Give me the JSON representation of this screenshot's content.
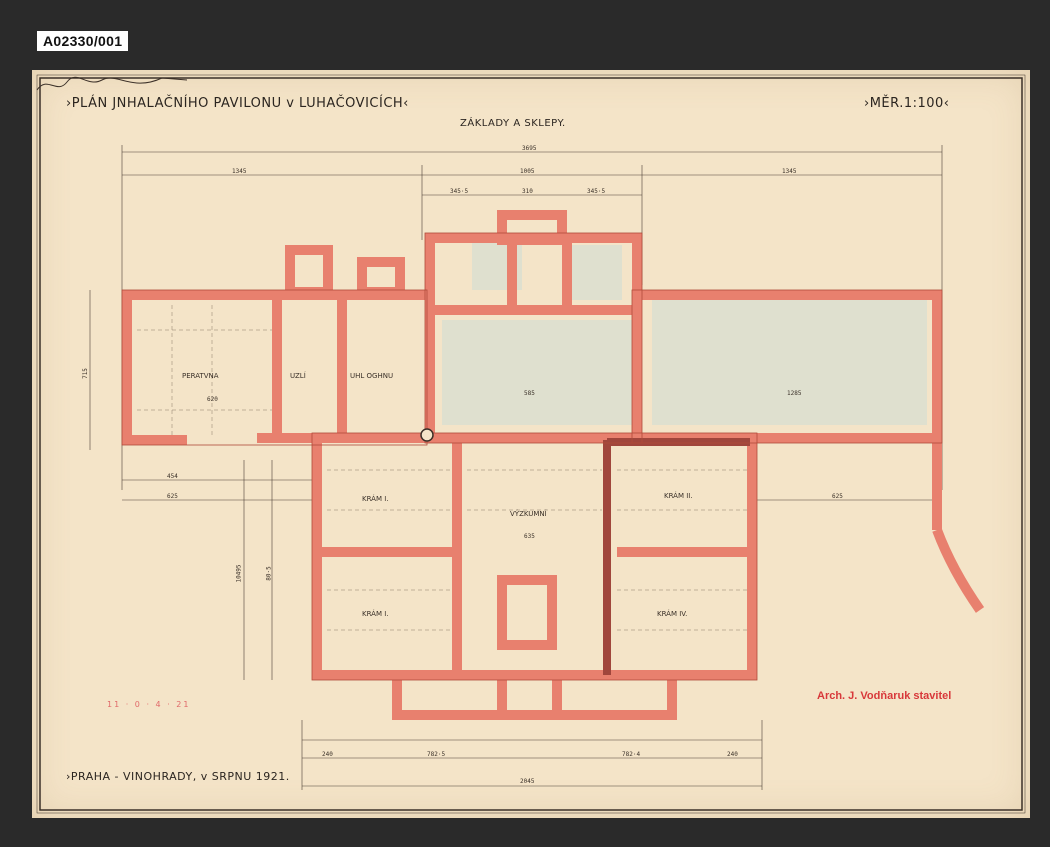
{
  "archive_id": "A02330/001",
  "title": "›PLÁN JNHALAČNÍHO PAVILONU v LUHAČOVICÍCH‹",
  "scale": "›MĚR.1:100‹",
  "subtitle": "ZÁKLADY A SKLEPY.",
  "place_date": "›PRAHA - VINOHRADY, v SRPNU 1921.",
  "architect_stamp": "Arch. J. Vodňaruk stavitel",
  "small_stamp": "11 · 0 · 4 · 21",
  "rooms": {
    "r1": "PERATVNA",
    "r2": "UZLÍ",
    "r3": "UHL OGHNU",
    "r4": "KRÁM I.",
    "r5": "VÝZKUMNÍ",
    "r6": "KRÁM II.",
    "r7": "KRÁM I.",
    "r8": "KRÁM IV."
  },
  "dimensions": {
    "total_top": "3695",
    "left_top": "1345",
    "mid_top": "1005",
    "right_top": "1345",
    "mid_a": "345·5",
    "mid_b": "310",
    "mid_c": "345·5",
    "left_wall": "715",
    "v1": "10495",
    "v2": "80·5",
    "h1": "454",
    "h2": "625",
    "h3": "625",
    "bottom_total": "2045",
    "bottom_l": "782·5",
    "bottom_r": "782·4",
    "bottom_240a": "240",
    "bottom_240b": "240",
    "dim_1285": "1285",
    "dim_585": "585",
    "dim_635": "635",
    "dim_620": "620"
  },
  "colors": {
    "paper": "#f4e4c8",
    "wall": "#e8806e",
    "wall_edge": "#b04a3a",
    "wall_dark": "#a0463c",
    "foundation_fill": "#dfe0cf",
    "ink": "#2b2520",
    "stamp": "#d8383a"
  }
}
